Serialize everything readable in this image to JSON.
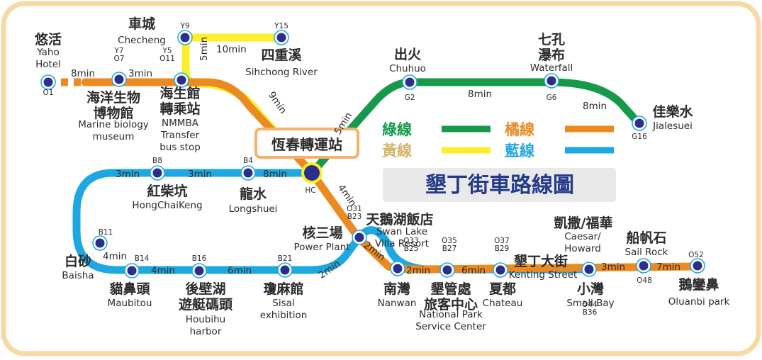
{
  "colors": {
    "frame": "#f7d9a6",
    "green": "#169a4a",
    "orange": "#ec8a22",
    "yellow": "#fbee2b",
    "blue": "#1ea8e2",
    "station_fill": "#2a2e8c",
    "station_ring": "#ffffff",
    "legend_bg": "#e9e9ea",
    "hub_box": "#f5b06b"
  },
  "map_title": "墾丁街車路線圖",
  "legend": [
    {
      "label": "綠線",
      "color": "#169a4a"
    },
    {
      "label": "橘線",
      "color": "#ec8a22"
    },
    {
      "label": "黃線",
      "color": "#d4b26a"
    },
    {
      "label": "藍線",
      "color": "#1ea8e2"
    }
  ],
  "stations": [
    {
      "id": "yaho",
      "code": "O1",
      "zh": [
        "悠活"
      ],
      "en": [
        "Yaho",
        "Hotel"
      ]
    },
    {
      "id": "marine",
      "code": "Y7\nO7",
      "zh": [
        "海洋生物",
        "博物館"
      ],
      "en": [
        "Marine biology",
        "museum"
      ]
    },
    {
      "id": "nmmba",
      "code": "Y5\nO11",
      "zh": [
        "海生館",
        "轉乘站"
      ],
      "en": [
        "NMMBA",
        "Transfer",
        "bus stop"
      ]
    },
    {
      "id": "checheng",
      "code": "Y9",
      "zh": [
        "車城"
      ],
      "en": [
        "Checheng"
      ]
    },
    {
      "id": "sihchong",
      "code": "Y15",
      "zh": [
        "四重溪"
      ],
      "en": [
        "Sihchong River"
      ]
    },
    {
      "id": "chuhuo",
      "code": "G2",
      "zh": [
        "出火"
      ],
      "en": [
        "Chuhuo"
      ]
    },
    {
      "id": "waterfall",
      "code": "G6",
      "zh": [
        "七孔",
        "瀑布"
      ],
      "en": [
        "Waterfall"
      ]
    },
    {
      "id": "jialesuei",
      "code": "G16",
      "zh": [
        "佳樂水"
      ],
      "en": [
        "Jialesuei"
      ]
    },
    {
      "id": "hc",
      "code": "HC",
      "zh": [
        "恆春轉運站"
      ],
      "en": []
    },
    {
      "id": "longshuei",
      "code": "B4",
      "zh": [
        "龍水"
      ],
      "en": [
        "Longshuei"
      ]
    },
    {
      "id": "hongchai",
      "code": "B8",
      "zh": [
        "紅柴坑"
      ],
      "en": [
        "HongChaiKeng"
      ]
    },
    {
      "id": "baisha",
      "code": "B11",
      "zh": [
        "白砂"
      ],
      "en": [
        "Baisha"
      ]
    },
    {
      "id": "maubitou",
      "code": "B14",
      "zh": [
        "貓鼻頭"
      ],
      "en": [
        "Maubitou"
      ]
    },
    {
      "id": "houbihu",
      "code": "B16",
      "zh": [
        "後壁湖",
        "遊艇碼頭"
      ],
      "en": [
        "Houbihu",
        "harbor"
      ]
    },
    {
      "id": "sisal",
      "code": "B21",
      "zh": [
        "瓊麻館"
      ],
      "en": [
        "Sisal",
        "exhibition"
      ]
    },
    {
      "id": "power",
      "code": "O31\nB23",
      "zh": [
        "核三場"
      ],
      "en": [
        "Power  Plant"
      ]
    },
    {
      "id": "swanlake",
      "code": "",
      "zh": [
        "天鵝湖飯店"
      ],
      "en": [
        "Swan Lake",
        "Villa Resort"
      ]
    },
    {
      "id": "nanwan",
      "code": "O33\nB25",
      "zh": [
        "南灣"
      ],
      "en": [
        "Nanwan"
      ]
    },
    {
      "id": "npsc",
      "code": "O35\nB27",
      "zh": [
        "墾管處",
        "旅客中心"
      ],
      "en": [
        "National Park",
        "Service Center"
      ]
    },
    {
      "id": "chateau",
      "code": "O37\nB29",
      "zh": [
        "夏都"
      ],
      "en": [
        "Chateau"
      ]
    },
    {
      "id": "kenting",
      "code": "",
      "zh": [
        "墾丁大街"
      ],
      "en": [
        "Kenting  Street"
      ]
    },
    {
      "id": "smallbay",
      "code": "O44\nB36",
      "zh": [
        "小灣"
      ],
      "en": [
        "Small  Bay"
      ]
    },
    {
      "id": "caesar",
      "code": "",
      "zh": [
        "凱撒/福華"
      ],
      "en": [
        "Caesar/",
        "Howard"
      ]
    },
    {
      "id": "sailrock",
      "code": "O48",
      "zh": [
        "船帆石"
      ],
      "en": [
        "Sail Rock"
      ]
    },
    {
      "id": "oluanbi",
      "code": "O52",
      "zh": [
        "鵝鑾鼻"
      ],
      "en": [
        "Oluanbi park"
      ]
    }
  ],
  "times": {
    "yaho_marine": "8min",
    "marine_nmmba": "3min",
    "nmmba_checheng": "5min",
    "checheng_sihchong": "10min",
    "nmmba_hc": "9min",
    "hc_chuhuo": "5min",
    "chuhuo_waterfall": "8min",
    "waterfall_jialesuei": "8min",
    "hc_longshuei": "8min",
    "longshuei_hongchai": "3min",
    "hongchai_west": "3min",
    "baisha_maubitou": "4min",
    "maubitou_houbihu": "4min",
    "houbihu_sisal": "6min",
    "sisal_power": "2min",
    "hc_power": "4min",
    "power_nanwan": "2min",
    "nanwan_npsc": "2min",
    "npsc_chateau": "6min",
    "smallbay_sailrock": "3min",
    "sailrock_oluanbi": "7min"
  }
}
